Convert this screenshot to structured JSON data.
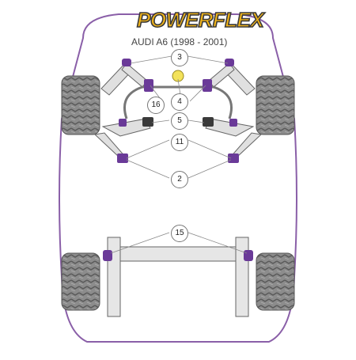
{
  "brand": {
    "logo_text": "POWERFLEX"
  },
  "model": {
    "label": "AUDI A6 (1998 - 2001)"
  },
  "callouts": [
    "3",
    "16",
    "4",
    "5",
    "11",
    "2",
    "15"
  ],
  "colors": {
    "body_outline": "#8a5fa8",
    "bush_purple": "#6a3a98",
    "bush_yellow": "#f3e25a",
    "tyre_tread": "#7a7a7a",
    "arm_fill": "#e0e0e0",
    "logo_yellow": "#f2b417"
  }
}
